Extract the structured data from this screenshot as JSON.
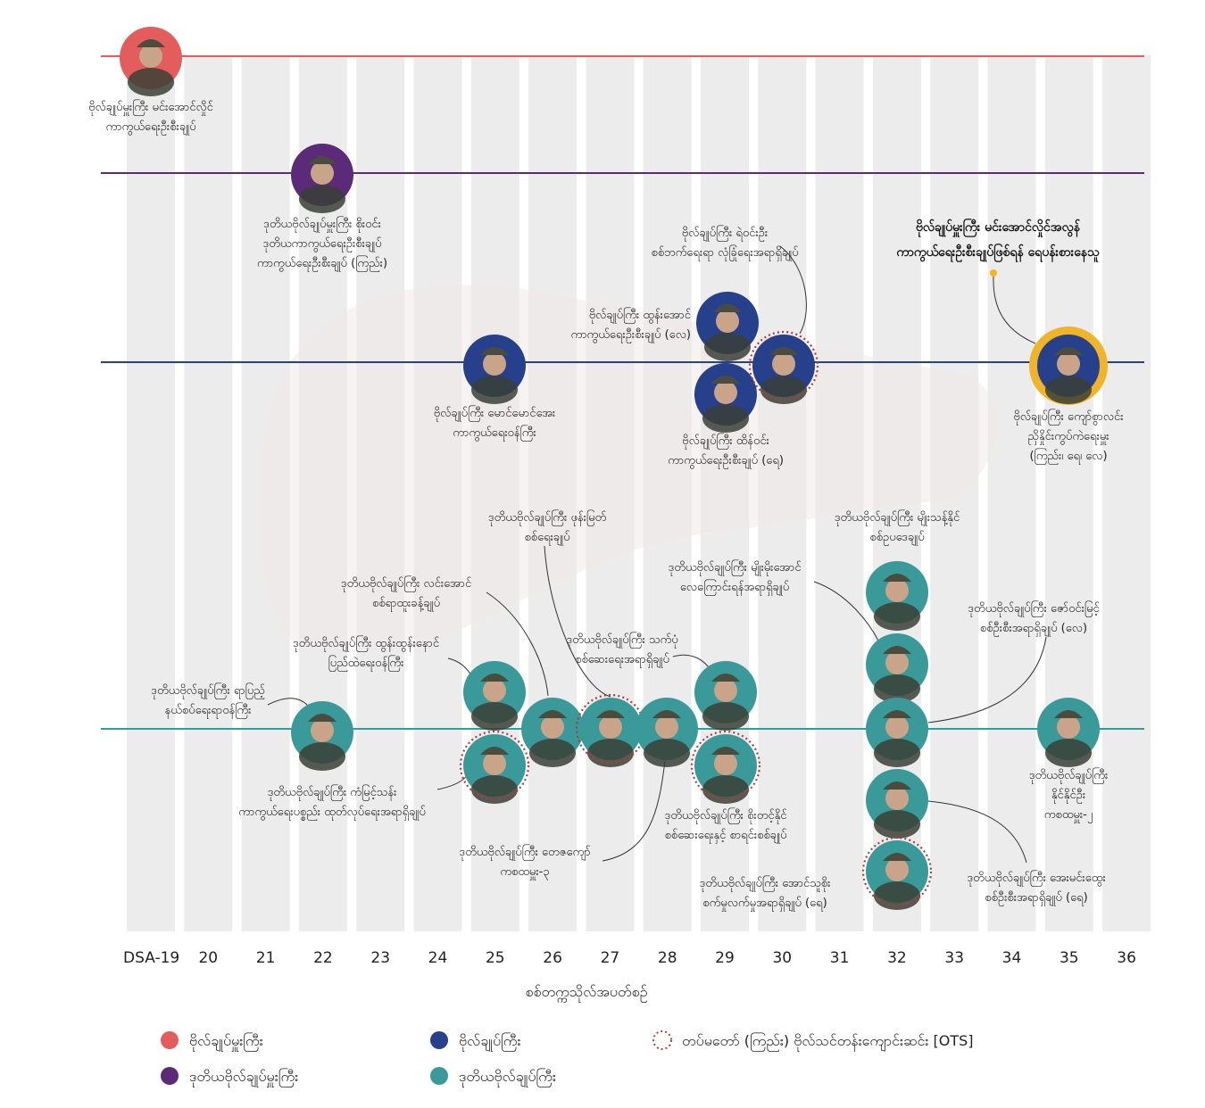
{
  "chart_data": {
    "type": "scatter",
    "x_ticks": [
      "DSA-19",
      "20",
      "21",
      "22",
      "23",
      "24",
      "25",
      "26",
      "27",
      "28",
      "29",
      "30",
      "31",
      "32",
      "33",
      "34",
      "35",
      "36"
    ],
    "xlabel": "စစ်တက္ကသိုလ်အပတ်စဉ်",
    "xlim": [
      19,
      36
    ],
    "colors": {
      "senior_general": "#e35d5d",
      "vice_senior_general": "#5b2a78",
      "general": "#27408b",
      "lieutenant_general": "#3a9a9a",
      "ots": "#b33a3a",
      "highlight": "#f0b429"
    },
    "tiers": [
      {
        "rank": "senior_general",
        "label": "ဗိုလ်ချုပ်မှူးကြီး"
      },
      {
        "rank": "vice_senior_general",
        "label": "ဒုတိယဗိုလ်ချုပ်မှူးကြီး"
      },
      {
        "rank": "general",
        "label": "ဗိုလ်ချုပ်ကြီး"
      },
      {
        "rank": "lieutenant_general",
        "label": "ဒုတိယဗိုလ်ချုပ်ကြီး"
      }
    ],
    "legend": [
      {
        "key": "senior_general",
        "label": "ဗိုလ်ချုပ်မှူးကြီး"
      },
      {
        "key": "general",
        "label": "ဗိုလ်ချုပ်ကြီး"
      },
      {
        "key": "ots",
        "label": "တပ်မတော် (ကြည်း) ဗိုလ်သင်တန်းကျောင်းဆင်း [OTS]"
      },
      {
        "key": "vice_senior_general",
        "label": "ဒုတိယဗိုလ်ချုပ်မှူးကြီး"
      },
      {
        "key": "lieutenant_general",
        "label": "ဒုတိယဗိုလ်ချုပ်ကြီး"
      }
    ],
    "callout": {
      "lines": [
        "ဗိုလ်ချုပ်မှူးကြီး မင်းအောင်လှိုင်အလွန်",
        "ကာကွယ်ရေးဦးစီးချုပ်ဖြစ်ရန် ရေပန်းစားနေသူ"
      ]
    },
    "officers": [
      {
        "x": 19,
        "rank": "senior_general",
        "ots": false,
        "highlight": false,
        "lines": [
          "ဗိုလ်ချုပ်မှူးကြီး မင်းအောင်လှိုင်",
          "ကာကွယ်ရေးဦးစီးချုပ်"
        ]
      },
      {
        "x": 22,
        "rank": "vice_senior_general",
        "ots": false,
        "highlight": false,
        "lines": [
          "ဒုတိယဗိုလ်ချုပ်မှူးကြီး စိုးဝင်း",
          "ဒုတိယကာကွယ်ရေးဦးစီးချုပ်",
          "ကာကွယ်ရေးဦးစီးချုပ် (ကြည်း)"
        ]
      },
      {
        "x": 25,
        "rank": "general",
        "ots": false,
        "highlight": false,
        "lines": [
          "ဗိုလ်ချုပ်ကြီး မောင်မောင်အေး",
          "ကာကွယ်ရေးဝန်ကြီး"
        ]
      },
      {
        "x": 29,
        "rank": "general",
        "ots": false,
        "highlight": false,
        "lines": [
          "ဗိုလ်ချုပ်ကြီး ထွန်းအောင်",
          "ကာကွယ်ရေးဦးစီးချုပ် (လေ)"
        ]
      },
      {
        "x": 29,
        "rank": "general",
        "ots": false,
        "highlight": false,
        "lines": [
          "ဗိုလ်ချုပ်ကြီး ထိန်ဝင်း",
          "ကာကွယ်ရေးဦးစီးချုပ် (ရေ)"
        ]
      },
      {
        "x": 30,
        "rank": "general",
        "ots": true,
        "highlight": false,
        "lines": [
          "ဗိုလ်ချုပ်ကြီး ရဲဝင်းဦး",
          "စစ်ဘက်ရေးရာ လုံခြုံရေးအရာရှိချုပ်"
        ]
      },
      {
        "x": 35,
        "rank": "general",
        "ots": false,
        "highlight": true,
        "lines": [
          "ဗိုလ်ချုပ်ကြီး ကျော်စွာလင်း",
          "ညှိနှိုင်းကွပ်ကဲရေးမှူး",
          "(ကြည်း၊ ရေ၊ လေ)"
        ]
      },
      {
        "x": 22,
        "rank": "lieutenant_general",
        "ots": false,
        "highlight": false,
        "lines": [
          "ဒုတိယဗိုလ်ချုပ်ကြီး ရာပြည့်",
          "နယ်စပ်ရေးရာဝန်ကြီး"
        ]
      },
      {
        "x": 25,
        "rank": "lieutenant_general",
        "ots": false,
        "highlight": false,
        "lines": [
          "ဒုတိယဗိုလ်ချုပ်ကြီး ထွန်းထွန်းနောင်",
          "ပြည်ထဲရေးဝန်ကြီး"
        ]
      },
      {
        "x": 25,
        "rank": "lieutenant_general",
        "ots": true,
        "highlight": false,
        "lines": [
          "ဒုတိယဗိုလ်ချုပ်ကြီး ကံမြင့်သန်း",
          "ကာကွယ်ရေးပစ္စည်း ထုတ်လုပ်ရေးအရာရှိချုပ်"
        ]
      },
      {
        "x": 26,
        "rank": "lieutenant_general",
        "ots": false,
        "highlight": false,
        "lines": [
          "ဒုတိယဗိုလ်ချုပ်ကြီး လင်းအောင်",
          "စစ်ရာထူးခန့်ချုပ်"
        ]
      },
      {
        "x": 27,
        "rank": "lieutenant_general",
        "ots": true,
        "highlight": false,
        "lines": [
          "ဒုတိယဗိုလ်ချုပ်ကြီး ဖုန်းမြတ်",
          "စစ်ရေးချုပ်"
        ]
      },
      {
        "x": 28,
        "rank": "lieutenant_general",
        "ots": false,
        "highlight": false,
        "lines": [
          "ဒုတိယဗိုလ်ချုပ်ကြီး တေဇကျော်",
          "ကစထမှူး-၃"
        ]
      },
      {
        "x": 29,
        "rank": "lieutenant_general",
        "ots": false,
        "highlight": false,
        "lines": [
          "ဒုတိယဗိုလ်ချုပ်ကြီး သက်ပုံ",
          "စစ်ဆေးရေးအရာရှိချုပ်"
        ]
      },
      {
        "x": 29,
        "rank": "lieutenant_general",
        "ots": true,
        "highlight": false,
        "lines": [
          "ဒုတိယဗိုလ်ချုပ်ကြီး စိုးတင့်နိုင်",
          "စစ်ဆေးရေးနှင့် စာရင်းစစ်ချုပ်"
        ]
      },
      {
        "x": 32,
        "rank": "lieutenant_general",
        "ots": false,
        "highlight": false,
        "lines": [
          "ဒုတိယဗိုလ်ချုပ်ကြီး မျိုးသန့်နိုင်",
          "စစ်ဥပဒေချုပ်"
        ]
      },
      {
        "x": 32,
        "rank": "lieutenant_general",
        "ots": false,
        "highlight": false,
        "lines": [
          "ဒုတိယဗိုလ်ချုပ်ကြီး မျိုးမိုးအောင်",
          "လေကြောင်းရန်အရာရှိချုပ်"
        ]
      },
      {
        "x": 32,
        "rank": "lieutenant_general",
        "ots": false,
        "highlight": false,
        "lines": [
          "ဒုတိယဗိုလ်ချုပ်ကြီး ဇော်ဝင်းမြင့်",
          "စစ်ဦးစီးအရာရှိချုပ် (လေ)"
        ]
      },
      {
        "x": 32,
        "rank": "lieutenant_general",
        "ots": false,
        "highlight": false,
        "lines": [
          "ဒုတိယဗိုလ်ချုပ်ကြီး အေးမင်းထွေး",
          "စစ်ဦးစီးအရာရှိချုပ် (ရေ)"
        ]
      },
      {
        "x": 32,
        "rank": "lieutenant_general",
        "ots": true,
        "highlight": false,
        "lines": [
          "ဒုတိယဗိုလ်ချုပ်ကြီး အောင်သူစိုး",
          "စက်မှုလက်မှုအရာရှိချုပ် (ရေ)"
        ]
      },
      {
        "x": 35,
        "rank": "lieutenant_general",
        "ots": false,
        "highlight": false,
        "lines": [
          "ဒုတိယဗိုလ်ချုပ်ကြီး",
          "နိုင်နိုင်ဦး",
          "ကစထမှူး-၂"
        ]
      }
    ]
  }
}
